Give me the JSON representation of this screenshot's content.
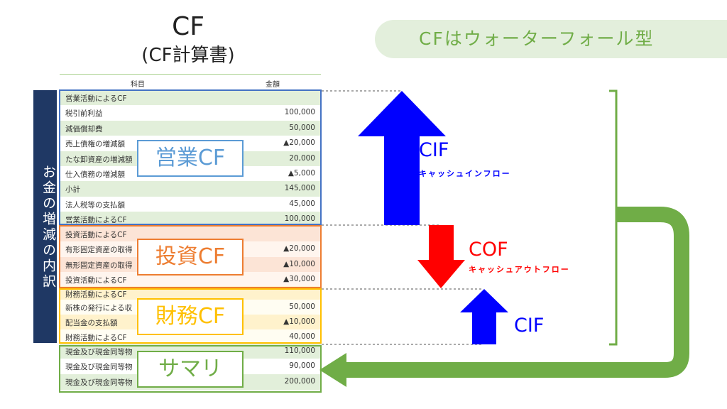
{
  "title": "CF",
  "subtitle": "(CF計算書)",
  "pill_text": "CFはウォーターフォール型",
  "side_label": "お金の増減の内訳",
  "table": {
    "header": {
      "item": "科目",
      "amount": "金額"
    },
    "rows": [
      {
        "label": "営業活動によるCF",
        "value": ""
      },
      {
        "label": "税引前利益",
        "value": "100,000"
      },
      {
        "label": "減価償却費",
        "value": "50,000"
      },
      {
        "label": "売上債権の増減額",
        "value": "▲20,000"
      },
      {
        "label": "たな卸資産の増減額",
        "value": "20,000"
      },
      {
        "label": "仕入債務の増減額",
        "value": "▲5,000"
      },
      {
        "label": "小計",
        "value": "145,000"
      },
      {
        "label": "法人税等の支払額",
        "value": "45,000"
      },
      {
        "label": "営業活動によるCF",
        "value": "100,000"
      },
      {
        "label": "投資活動によるCF",
        "value": ""
      },
      {
        "label": "有形固定資産の取得",
        "value": "▲20,000"
      },
      {
        "label": "無形固定資産の取得",
        "value": "▲10,000"
      },
      {
        "label": "投資活動によるCF",
        "value": "▲30,000"
      },
      {
        "label": "財務活動によるCF",
        "value": ""
      },
      {
        "label": "新株の発行による収",
        "value": "50,000"
      },
      {
        "label": "配当金の支払額",
        "value": "▲10,000"
      },
      {
        "label": "財務活動によるCF",
        "value": "40,000"
      },
      {
        "label": "現金及び現金同等物",
        "value": "110,000"
      },
      {
        "label": "現金及び現金同等物",
        "value": "90,000"
      },
      {
        "label": "現金及び現金同等物",
        "value": "200,000"
      }
    ]
  },
  "sections": {
    "operating": "営業CF",
    "investing": "投資CF",
    "financing": "財務CF",
    "summary": "サマリ"
  },
  "arrows": {
    "cif_main": "CIF",
    "cif_sub": "キャッシュインフロー",
    "cof_main": "COF",
    "cof_sub": "キャッシュアウトフロー",
    "cif_small": "CIF"
  },
  "colors": {
    "operating": "#4472c4",
    "investing": "#ed7d31",
    "financing": "#ffc000",
    "summary": "#70ad47",
    "inflow": "#0000ff",
    "outflow": "#ff0000",
    "navy": "#1f3864"
  }
}
